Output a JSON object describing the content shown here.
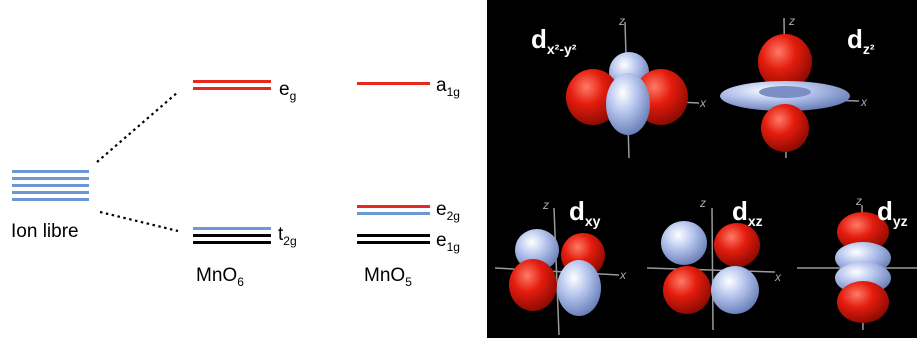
{
  "left": {
    "free_ion_label": "Ion libre",
    "mno6_label": "MnO",
    "mno6_sub": "6",
    "mno5_label": "MnO",
    "mno5_sub": "5",
    "eg": {
      "main": "e",
      "sub": "g"
    },
    "t2g": {
      "main": "t",
      "sub": "2g"
    },
    "a1g": {
      "main": "a",
      "sub": "1g"
    },
    "e2g": {
      "main": "e",
      "sub": "2g"
    },
    "e1g": {
      "main": "e",
      "sub": "1g"
    }
  },
  "colors": {
    "red": "#e8281e",
    "blue": "#6b97d4",
    "black": "#000000",
    "lobe_red": "#e41d0e",
    "lobe_blue": "#b7c6ee"
  },
  "orbitals": {
    "dx2y2": {
      "main": "d",
      "sub": "x²-y²"
    },
    "dz2": {
      "main": "d",
      "sub": "z²"
    },
    "dxy": {
      "main": "d",
      "sub": "xy"
    },
    "dxz": {
      "main": "d",
      "sub": "xz"
    },
    "dyz": {
      "main": "d",
      "sub": "yz"
    },
    "axis_x": "x",
    "axis_z": "z"
  }
}
